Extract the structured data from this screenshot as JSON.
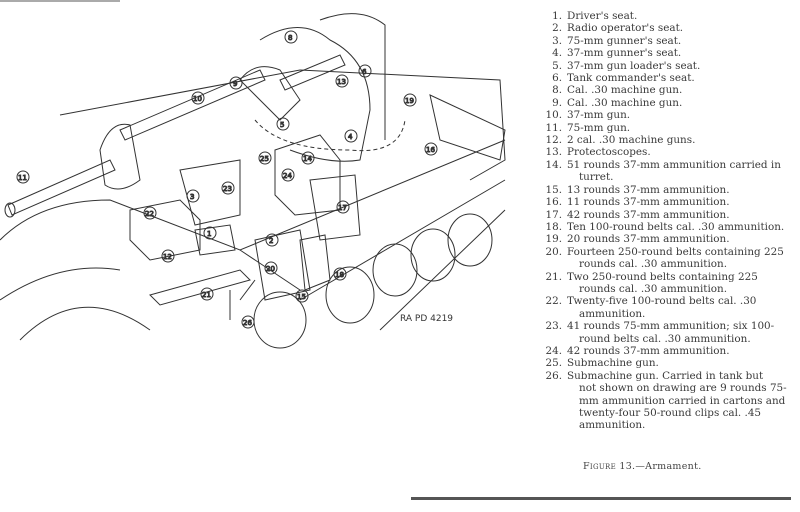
{
  "figure": {
    "caption_label": "Figure 13.",
    "caption_title": "—Armament.",
    "plate_id": "RA PD 4219"
  },
  "legend": [
    {
      "num": "1.",
      "text": "Driver's seat."
    },
    {
      "num": "2.",
      "text": "Radio operator's seat."
    },
    {
      "num": "3.",
      "text": "75-mm gunner's seat."
    },
    {
      "num": "4.",
      "text": "37-mm gunner's seat."
    },
    {
      "num": "5.",
      "text": "37-mm gun loader's seat."
    },
    {
      "num": "6.",
      "text": "Tank commander's seat."
    },
    {
      "num": "8.",
      "text": "Cal. .30 machine gun."
    },
    {
      "num": "9.",
      "text": "Cal. .30 machine gun."
    },
    {
      "num": "10.",
      "text": "37-mm gun."
    },
    {
      "num": "11.",
      "text": "75-mm gun."
    },
    {
      "num": "12.",
      "text": "2 cal. .30 machine guns."
    },
    {
      "num": "13.",
      "text": "Protectoscopes."
    },
    {
      "num": "14.",
      "text": "51 rounds 37-mm ammunition carried in",
      "cont": "turret."
    },
    {
      "num": "15.",
      "text": "13 rounds 37-mm ammunition."
    },
    {
      "num": "16.",
      "text": "11 rounds 37-mm ammunition."
    },
    {
      "num": "17.",
      "text": "42 rounds 37-mm ammunition."
    },
    {
      "num": "18.",
      "text": "Ten 100-round belts cal. .30 ammunition."
    },
    {
      "num": "19.",
      "text": "20 rounds 37-mm ammunition."
    },
    {
      "num": "20.",
      "text": "Fourteen 250-round belts containing 225",
      "cont": "rounds cal. .30 ammunition."
    },
    {
      "num": "21.",
      "text": "Two 250-round belts containing 225",
      "cont": "rounds cal. .30 ammunition."
    },
    {
      "num": "22.",
      "text": "Twenty-five 100-round belts cal. .30",
      "cont": "ammunition."
    },
    {
      "num": "23.",
      "text": "41 rounds 75-mm ammunition; six 100-",
      "cont": "round belts cal. .30 ammunition."
    },
    {
      "num": "24.",
      "text": "42 rounds 37-mm ammunition."
    },
    {
      "num": "25.",
      "text": "Submachine gun."
    },
    {
      "num": "26.",
      "text": "Submachine gun. Carried in tank but",
      "cont": "not shown on drawing are 9 rounds 75-mm ammunition carried in cartons and twenty-four 50-round clips cal. .45 ammunition."
    }
  ],
  "callouts": [
    "1",
    "2",
    "3",
    "4",
    "5",
    "6",
    "8",
    "9",
    "10",
    "11",
    "12",
    "13",
    "14",
    "15",
    "16",
    "17",
    "18",
    "19",
    "20",
    "21",
    "22",
    "23",
    "24",
    "25",
    "26"
  ]
}
